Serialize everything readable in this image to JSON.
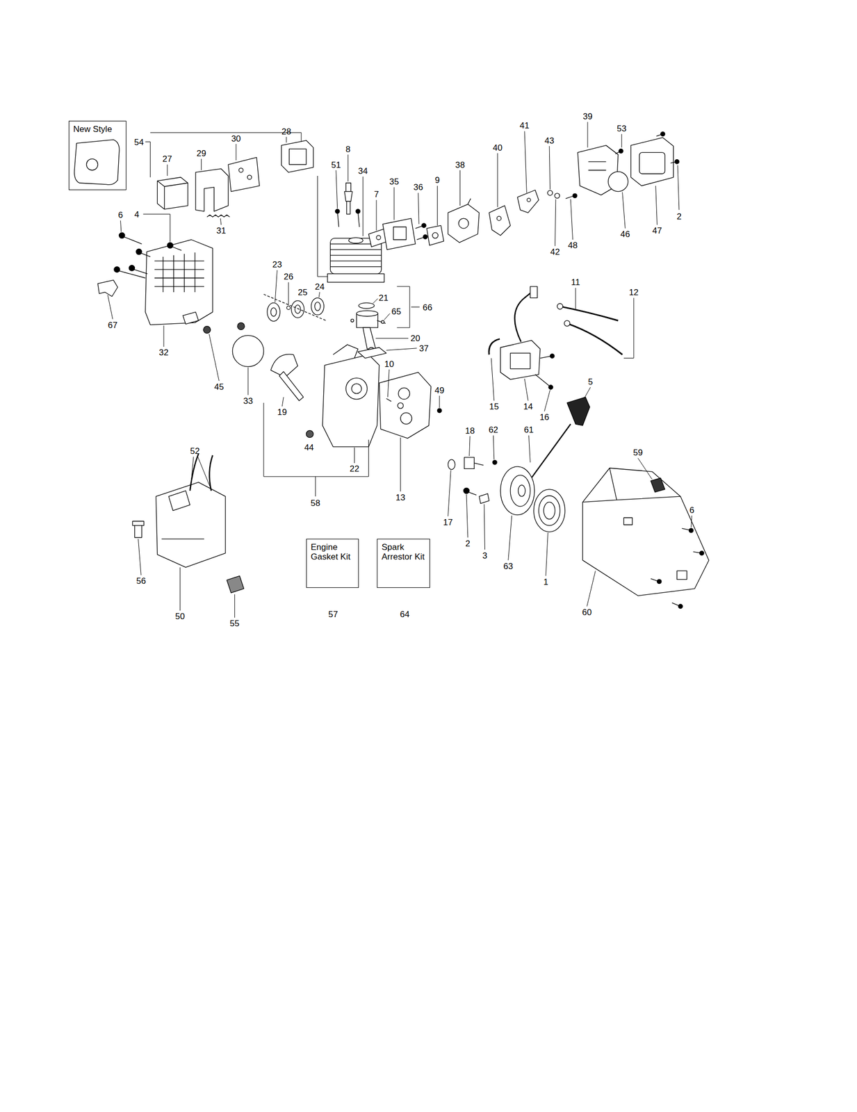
{
  "diagram": {
    "nodes": [
      {
        "text": [
          "New Style"
        ]
      },
      {
        "text": [
          "Engine Gasket Kit"
        ]
      },
      {
        "text": [
          "Spark Arrestor Kit"
        ]
      }
    ],
    "labels": [
      "54",
      "27",
      "29",
      "30",
      "28",
      "8",
      "51",
      "34",
      "35",
      "7",
      "36",
      "9",
      "38",
      "40",
      "41",
      "43",
      "39",
      "53",
      "2",
      "47",
      "46",
      "48",
      "42",
      "6",
      "4",
      "31",
      "23",
      "26",
      "25",
      "24",
      "21",
      "66",
      "65",
      "20",
      "37",
      "11",
      "12",
      "67",
      "32",
      "45",
      "33",
      "19",
      "10",
      "49",
      "44",
      "22",
      "13",
      "58",
      "15",
      "14",
      "16",
      "5",
      "18",
      "62",
      "61",
      "59",
      "6",
      "17",
      "2",
      "3",
      "63",
      "1",
      "60",
      "52",
      "56",
      "50",
      "55",
      "57",
      "64"
    ]
  }
}
